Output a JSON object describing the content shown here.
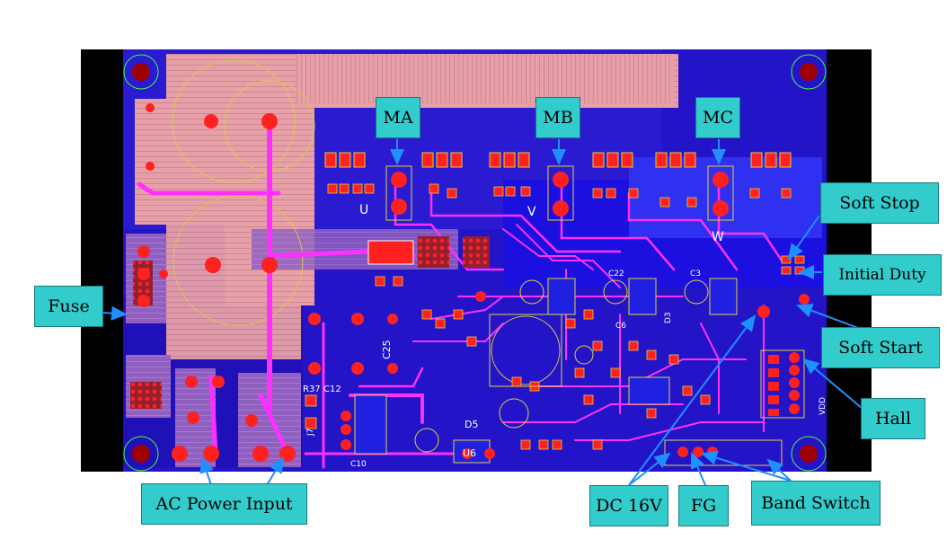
{
  "labels": {
    "ma": "MA",
    "mb": "MB",
    "mc": "MC",
    "soft_stop": "Soft Stop",
    "initial_duty": "Initial Duty",
    "soft_start": "Soft Start",
    "fuse": "Fuse",
    "hall": "Hall",
    "ac_power_input": "AC Power Input",
    "dc_16v": "DC 16V",
    "fg": "FG",
    "band_switch": "Band Switch"
  },
  "silkscreen": {
    "u": "U",
    "v": "V",
    "w": "W",
    "c25": "C25",
    "r37": "R37",
    "c12": "C12",
    "u6": "U6",
    "d5": "D5",
    "c10": "C10",
    "c22": "C22",
    "c3": "C3",
    "c6": "C6",
    "d3": "D3",
    "vdd": "VDD",
    "j7": "J7"
  },
  "colors": {
    "board_black": "#000000",
    "substrate_blue": "#1a10d8",
    "copper_pink": "#f0a0a0",
    "trace_magenta": "#ff30ff",
    "pad_red": "#e80000",
    "silk_yellow": "#e0d040",
    "callout_fill": "#33cccc",
    "arrow_blue": "#1e90ff"
  }
}
